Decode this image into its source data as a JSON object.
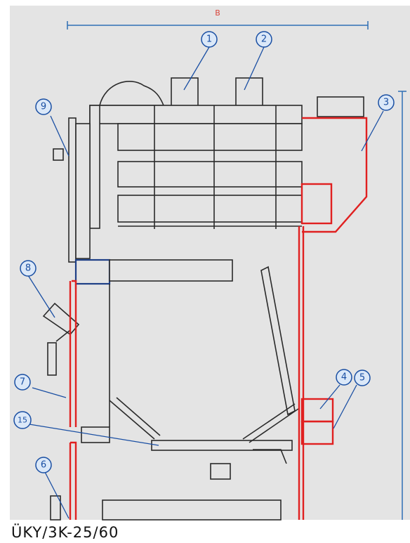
{
  "caption": "ÜKY/3K-25/60",
  "dimension_label": "B",
  "callouts": [
    "1",
    "2",
    "3",
    "4",
    "5",
    "6",
    "7",
    "8",
    "9",
    "15"
  ],
  "colors": {
    "background": "#e4e4e4",
    "outline": "#2a2a2a",
    "insulation": "#e02020",
    "callout": "#1a4fa3",
    "callout_fill": "#dbe8f8",
    "dimension": "#2f6fb5"
  }
}
